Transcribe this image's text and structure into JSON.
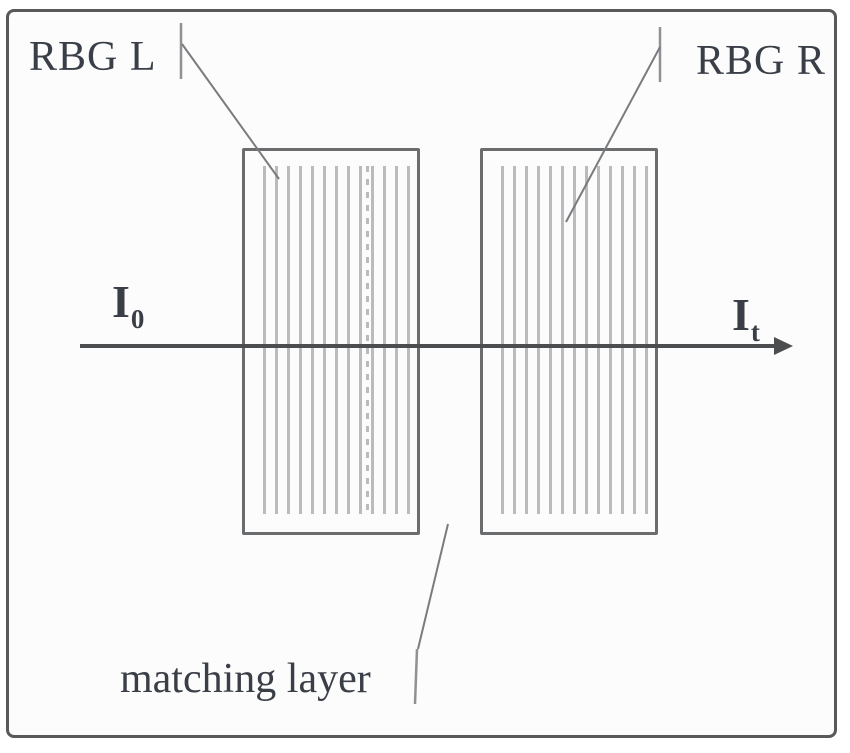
{
  "figure": {
    "labels": {
      "rbg_left": "RBG L",
      "rbg_right": "RBG R",
      "matching_layer": "matching layer",
      "input_beam_symbol": "I",
      "input_beam_subscript": "0",
      "output_beam_symbol": "I",
      "output_beam_subscript": "t"
    },
    "colors": {
      "background": "#fcfcfc",
      "outer_border": "#58595b",
      "grating_border": "#6b6c6e",
      "grating_stripe": "#b9bbbd",
      "axis_line": "#4c4d4f",
      "leader_line": "#7a7b7e",
      "tick_mark": "#909194",
      "text": "#3a3e47"
    }
  }
}
